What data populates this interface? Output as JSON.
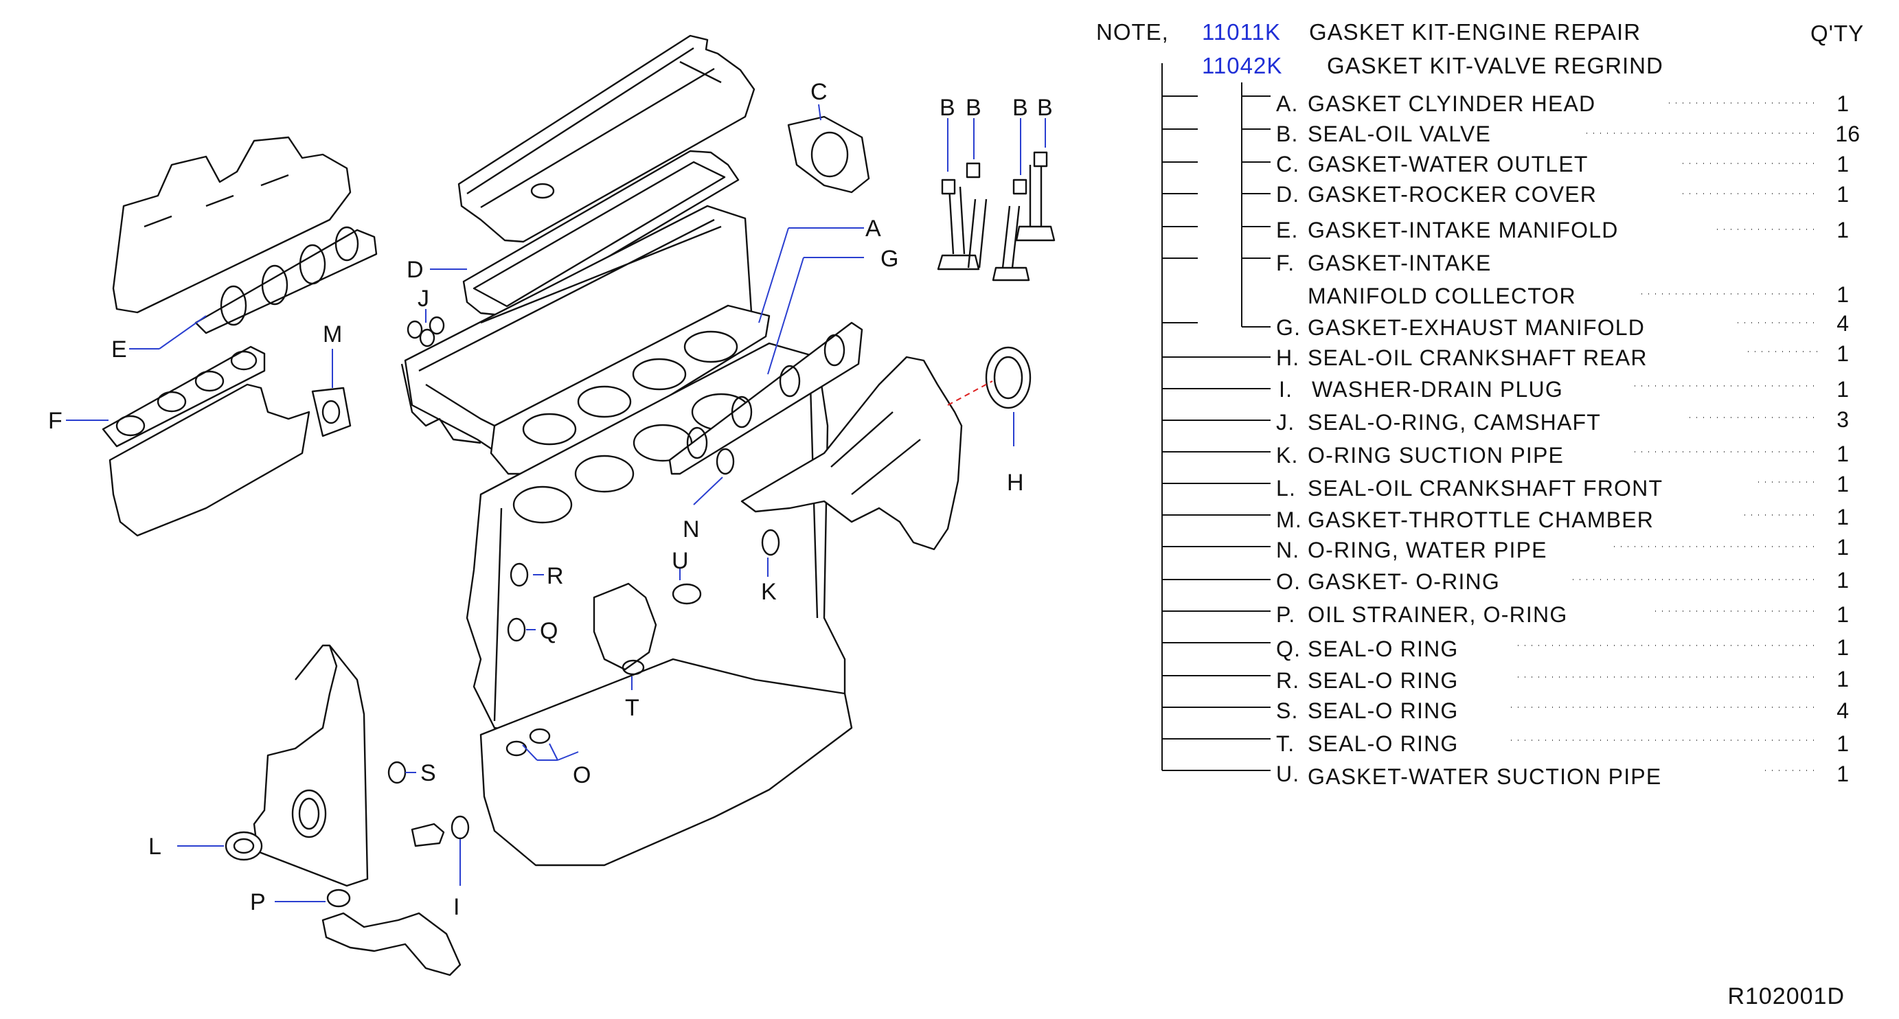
{
  "header": {
    "note_label": "NOTE,",
    "kit_engine_code": "11011K",
    "kit_engine_desc": "GASKET  KIT-ENGINE  REPAIR",
    "kit_valve_code": "11042K",
    "kit_valve_desc": "GASKET  KIT-VALVE  REGRIND",
    "qty_header": "Q'TY"
  },
  "items": [
    {
      "letter": "A.",
      "desc": "GASKET  CLYINDER  HEAD",
      "qty": "1"
    },
    {
      "letter": "B.",
      "desc": "SEAL-OIL  VALVE",
      "qty": "16"
    },
    {
      "letter": "C.",
      "desc": "GASKET-WATER  OUTLET",
      "qty": "1"
    },
    {
      "letter": "D.",
      "desc": "GASKET-ROCKER  COVER",
      "qty": "1"
    },
    {
      "letter": "E.",
      "desc": "GASKET-INTAKE  MANIFOLD",
      "qty": "1"
    },
    {
      "letter": "F.",
      "desc": "GASKET-INTAKE",
      "desc2": "MANIFOLD  COLLECTOR",
      "qty": "1"
    },
    {
      "letter": "G.",
      "desc": "GASKET-EXHAUST  MANIFOLD",
      "qty": "4"
    },
    {
      "letter": "H.",
      "desc": "SEAL-OIL  CRANKSHAFT  REAR",
      "qty": "1"
    },
    {
      "letter": "I.",
      "desc": "WASHER-DRAIN  PLUG",
      "qty": "1"
    },
    {
      "letter": "J.",
      "desc": "SEAL-O-RING,  CAMSHAFT",
      "qty": "3"
    },
    {
      "letter": "K.",
      "desc": "O-RING  SUCTION  PIPE",
      "qty": "1"
    },
    {
      "letter": "L.",
      "desc": "SEAL-OIL  CRANKSHAFT  FRONT",
      "qty": "1"
    },
    {
      "letter": "M.",
      "desc": "GASKET-THROTTLE  CHAMBER",
      "qty": "1"
    },
    {
      "letter": "N.",
      "desc": "O-RING,  WATER  PIPE",
      "qty": "1"
    },
    {
      "letter": "O.",
      "desc": "GASKET-  O-RING",
      "qty": "1"
    },
    {
      "letter": "P.",
      "desc": "OIL  STRAINER,   O-RING",
      "qty": "1"
    },
    {
      "letter": "Q.",
      "desc": "SEAL-O  RING",
      "qty": "1"
    },
    {
      "letter": "R.",
      "desc": "SEAL-O  RING",
      "qty": "1"
    },
    {
      "letter": "S.",
      "desc": "SEAL-O  RING",
      "qty": "4"
    },
    {
      "letter": "T.",
      "desc": "SEAL-O  RING",
      "qty": "1"
    },
    {
      "letter": "U.",
      "desc": "GASKET-WATER  SUCTION  PIPE",
      "qty": "1"
    }
  ],
  "callouts": {
    "A": "A",
    "B": "B",
    "C": "C",
    "D": "D",
    "E": "E",
    "F": "F",
    "G": "G",
    "H": "H",
    "I": "I",
    "J": "J",
    "K": "K",
    "L": "L",
    "M": "M",
    "N": "N",
    "O": "O",
    "P": "P",
    "Q": "Q",
    "R": "R",
    "S": "S",
    "T": "T",
    "U": "U"
  },
  "figure_id": "R102001D",
  "colors": {
    "link": "#1f2fd6",
    "leader": "#2a3fd0",
    "highlight": "#dd2222"
  }
}
